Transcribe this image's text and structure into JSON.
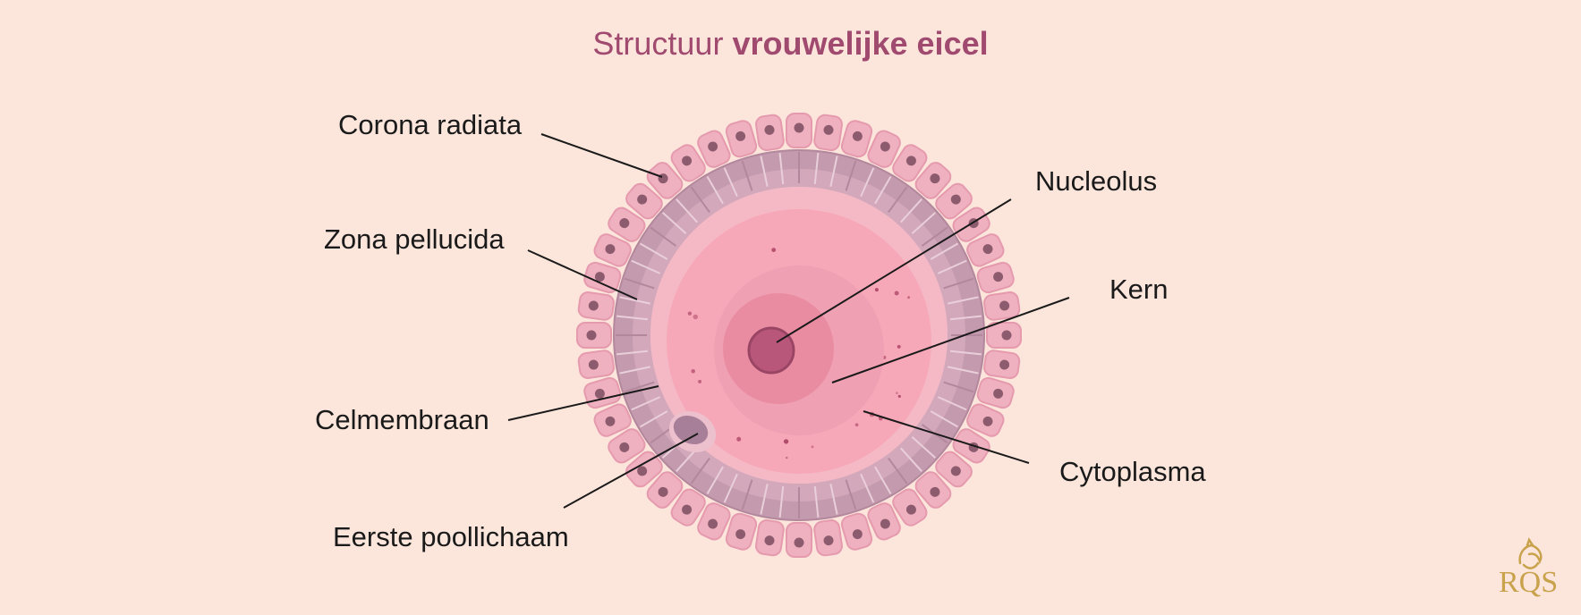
{
  "title": {
    "regular": "Structuur",
    "bold": "vrouwelijke eicel"
  },
  "labels": {
    "corona_radiata": "Corona radiata",
    "zona_pellucida": "Zona pellucida",
    "celmembraan": "Celmembraan",
    "eerste_poollichaam": "Eerste poollichaam",
    "nucleolus": "Nucleolus",
    "kern": "Kern",
    "cytoplasma": "Cytoplasma"
  },
  "logo": {
    "text": "RQS",
    "icon": "lion-crest-icon"
  },
  "colors": {
    "background": "#fce6dc",
    "title": "#a14a6f",
    "corona_cell": "#efb0c0",
    "corona_nucleus": "#8c5c6e",
    "zona": "#c49aae",
    "cytoplasm": "#f7a8b8",
    "nucleus": "#e98ca2",
    "nucleolus": "#b9577a",
    "polar_body": "#a77f98",
    "logo": "#c9a24c"
  }
}
